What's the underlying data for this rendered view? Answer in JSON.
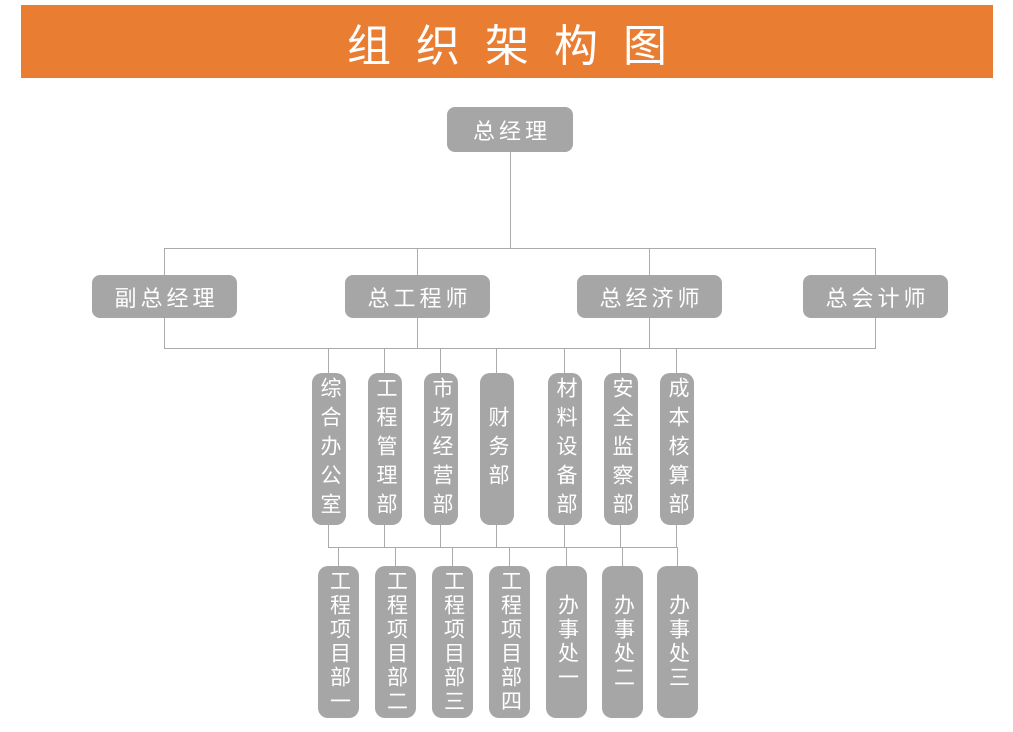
{
  "title": "组织架构图",
  "colors": {
    "banner": "#E97D32",
    "node": "#A6A6A6",
    "line": "#ABABAB",
    "text": "#FFFFFF",
    "page": "#FFFFFF"
  },
  "org_chart": {
    "type": "organization-chart",
    "level1": [
      {
        "label": "总经理"
      }
    ],
    "level2": [
      {
        "label": "副总经理"
      },
      {
        "label": "总工程师"
      },
      {
        "label": "总经济师"
      },
      {
        "label": "总会计师"
      }
    ],
    "level3": [
      {
        "label": "综合办公室"
      },
      {
        "label": "工程管理部"
      },
      {
        "label": "市场经营部"
      },
      {
        "label": "财务部"
      },
      {
        "label": "材料设备部"
      },
      {
        "label": "安全监察部"
      },
      {
        "label": "成本核算部"
      }
    ],
    "level4": [
      {
        "label": "工程项目部一"
      },
      {
        "label": "工程项目部二"
      },
      {
        "label": "工程项目部三"
      },
      {
        "label": "工程项目部四"
      },
      {
        "label": "办事处一"
      },
      {
        "label": "办事处二"
      },
      {
        "label": "办事处三"
      }
    ]
  }
}
